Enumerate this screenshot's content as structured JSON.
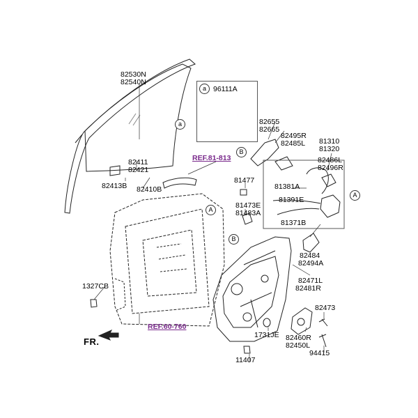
{
  "figure": {
    "labels": {
      "glass_front": "82530N",
      "glass_rear": "82540N",
      "glass_run_a": "82411",
      "glass_run_b": "82421",
      "clip": "82413B",
      "glass_assy": "82410B",
      "ref_upper": "REF.81-813",
      "ref_lower": "REF.60-760",
      "bolt_left": "1327CB",
      "grommet": "81477",
      "cover_a": "81473E",
      "cover_b": "81483A",
      "clip_bottom": "11407",
      "inset_part": "96111A",
      "handle_a": "82655",
      "handle_b": "82665",
      "handle_c": "82495R",
      "handle_d": "82485L",
      "latch_a": "81310",
      "latch_b": "81320",
      "cable_a": "82486L",
      "cable_b": "82496R",
      "rod_a": "81381A",
      "rod_b": "81391E",
      "rod_c": "81371B",
      "bracket_a": "82484",
      "bracket_b": "82494A",
      "module_a": "82471L",
      "module_b": "82481R",
      "screw_a": "82473",
      "plug": "1731JE",
      "motor_a": "82460R",
      "motor_b": "82450L",
      "screw_b": "94415",
      "fr": "FR."
    },
    "callouts": {
      "a_inset": "a",
      "a_glass": "a",
      "b_handle": "B",
      "b_door": "B",
      "a_latch": "A",
      "a_door": "A"
    }
  }
}
